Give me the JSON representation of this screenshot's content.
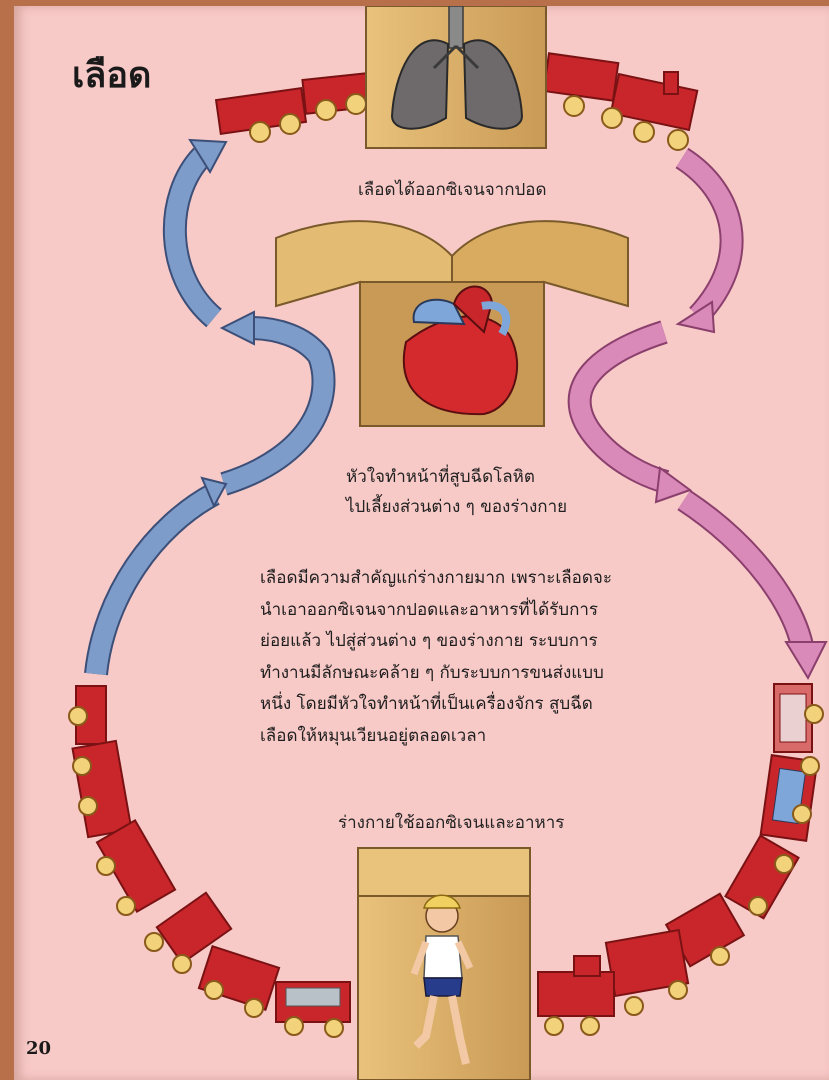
{
  "title": "เลือด",
  "captions": {
    "lungs": "เลือดได้ออกซิเจนจากปอด",
    "heart_line1": "หัวใจทำหน้าที่สูบฉีดโลหิต",
    "heart_line2": "ไปเลี้ยงส่วนต่าง ๆ ของร่างกาย",
    "body": "ร่างกายใช้ออกซิเจนและอาหาร"
  },
  "paragraph": [
    "เลือดมีความสำคัญแก่ร่างกายมาก  เพราะเลือดจะ",
    "นำเอาออกซิเจนจากปอดและอาหารที่ได้รับการ",
    "ย่อยแล้ว  ไปสู่ส่วนต่าง ๆ ของร่างกาย   ระบบการ",
    "ทำงานมีลักษณะคล้าย ๆ กับระบบการขนส่งแบบ",
    "หนึ่ง  โดยมีหัวใจทำหน้าที่เป็นเครื่องจักร  สูบฉีด",
    "เลือดให้หมุนเวียนอยู่ตลอดเวลา"
  ],
  "page_number": "20",
  "colors": {
    "page": "#f7c9c7",
    "blue_arrow": "#7e9cc9",
    "pink_arrow": "#d98ab8",
    "box": "#d9b06a",
    "train_red": "#c8262a",
    "wheel": "#f2d27a"
  }
}
